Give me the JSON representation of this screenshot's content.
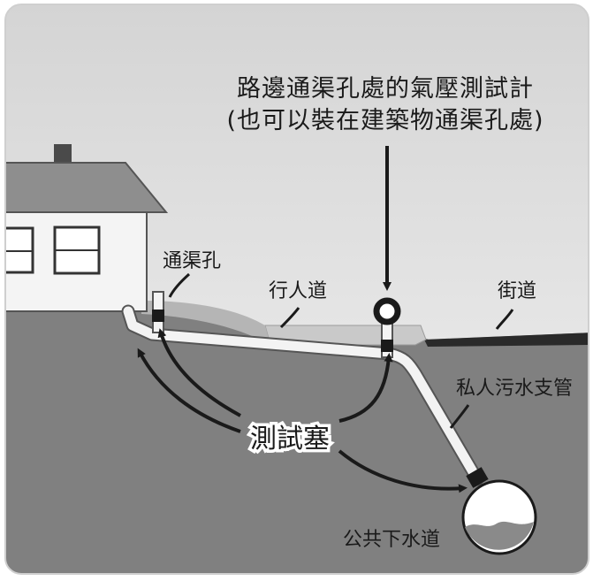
{
  "diagram": {
    "title_line1": "路邊通渠孔處的氣壓測試計",
    "title_line2": "(也可以裝在建築物通渠孔處)",
    "labels": {
      "cleanout": "通渠孔",
      "sidewalk": "行人道",
      "street": "街道",
      "test_plug": "測試塞",
      "private_sewer_lateral": "私人污水支管",
      "public_sewer": "公共下水道"
    }
  }
}
